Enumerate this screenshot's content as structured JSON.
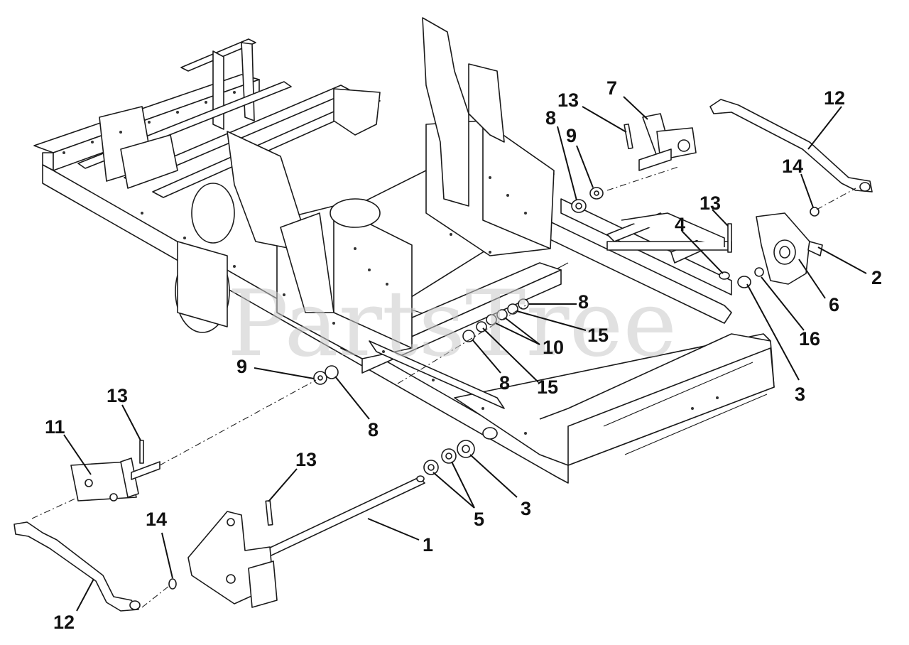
{
  "watermark": {
    "text": "PartsTree",
    "color": "#c9c9c9"
  },
  "callouts": [
    {
      "id": "c13a",
      "label": "13"
    },
    {
      "id": "c7",
      "label": "7"
    },
    {
      "id": "c12a",
      "label": "12"
    },
    {
      "id": "c8a",
      "label": "8"
    },
    {
      "id": "c9a",
      "label": "9"
    },
    {
      "id": "c14a",
      "label": "14"
    },
    {
      "id": "c13b",
      "label": "13"
    },
    {
      "id": "c4",
      "label": "4"
    },
    {
      "id": "c2",
      "label": "2"
    },
    {
      "id": "c6",
      "label": "6"
    },
    {
      "id": "c16",
      "label": "16"
    },
    {
      "id": "c3a",
      "label": "3"
    },
    {
      "id": "c8b",
      "label": "8"
    },
    {
      "id": "c15a",
      "label": "15"
    },
    {
      "id": "c10",
      "label": "10"
    },
    {
      "id": "c8c",
      "label": "8"
    },
    {
      "id": "c15b",
      "label": "15"
    },
    {
      "id": "c9b",
      "label": "9"
    },
    {
      "id": "c8d",
      "label": "8"
    },
    {
      "id": "c13c",
      "label": "13"
    },
    {
      "id": "c11",
      "label": "11"
    },
    {
      "id": "c13d",
      "label": "13"
    },
    {
      "id": "c5",
      "label": "5"
    },
    {
      "id": "c3b",
      "label": "3"
    },
    {
      "id": "c1",
      "label": "1"
    },
    {
      "id": "c14b",
      "label": "14"
    },
    {
      "id": "c12b",
      "label": "12"
    }
  ]
}
